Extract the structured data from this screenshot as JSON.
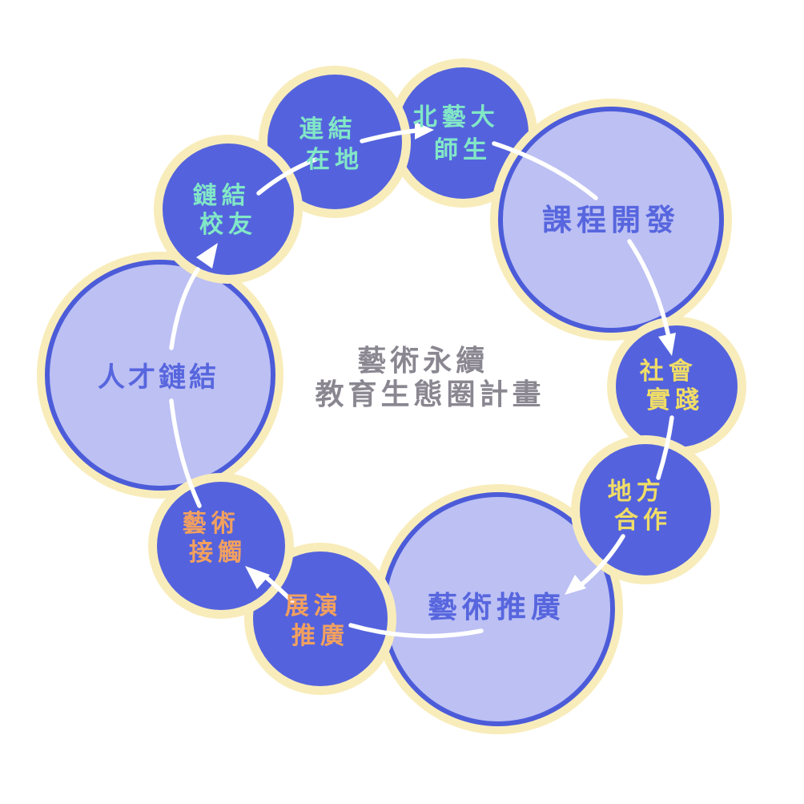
{
  "title": {
    "line1": "藝術永續",
    "line2": "教育生態圈計畫"
  },
  "nodes": [
    {
      "id": "link-local",
      "label": "連結在地",
      "line1": "連結",
      "line2": "在地",
      "size": "small",
      "text_color": "teal"
    },
    {
      "id": "tnua-faculty-students",
      "label": "北藝大師生",
      "line1": "北藝大",
      "line2": "師生",
      "size": "small",
      "text_color": "teal"
    },
    {
      "id": "curriculum-development",
      "label": "課程開發",
      "line1": "課程開發",
      "line2": "",
      "size": "large",
      "text_color": "blue"
    },
    {
      "id": "social-practice",
      "label": "社會實踐",
      "line1": "社會",
      "line2": "實踐",
      "size": "small",
      "text_color": "yellow"
    },
    {
      "id": "local-collaboration",
      "label": "地方合作",
      "line1": "地方",
      "line2": "合作",
      "size": "small",
      "text_color": "yellow"
    },
    {
      "id": "art-promotion",
      "label": "藝術推廣",
      "line1": "藝術推廣",
      "line2": "",
      "size": "large",
      "text_color": "blue"
    },
    {
      "id": "performance-promotion",
      "label": "展演推廣",
      "line1": "展演",
      "line2": "推廣",
      "size": "small",
      "text_color": "orange"
    },
    {
      "id": "art-encounter",
      "label": "藝術接觸",
      "line1": "藝術",
      "line2": "接觸",
      "size": "small",
      "text_color": "orange"
    },
    {
      "id": "talent-linkage",
      "label": "人才鏈結",
      "line1": "人才鏈結",
      "line2": "",
      "size": "large",
      "text_color": "blue"
    },
    {
      "id": "alumni-linkage",
      "label": "鏈結校友",
      "line1": "鏈結",
      "line2": "校友",
      "size": "small",
      "text_color": "teal"
    }
  ],
  "colors": {
    "node_blue": "#5463dd",
    "node_lavender": "#bcc0f3",
    "ring_blue": "#4c5cd9",
    "halo_cream": "#f8ecbb",
    "teal": "#82e7c7",
    "yellow": "#f0dd67",
    "orange": "#f2a05f",
    "big_label_blue": "#5766de",
    "title_gray": "#8a8791",
    "arrow_white": "#ffffff"
  }
}
